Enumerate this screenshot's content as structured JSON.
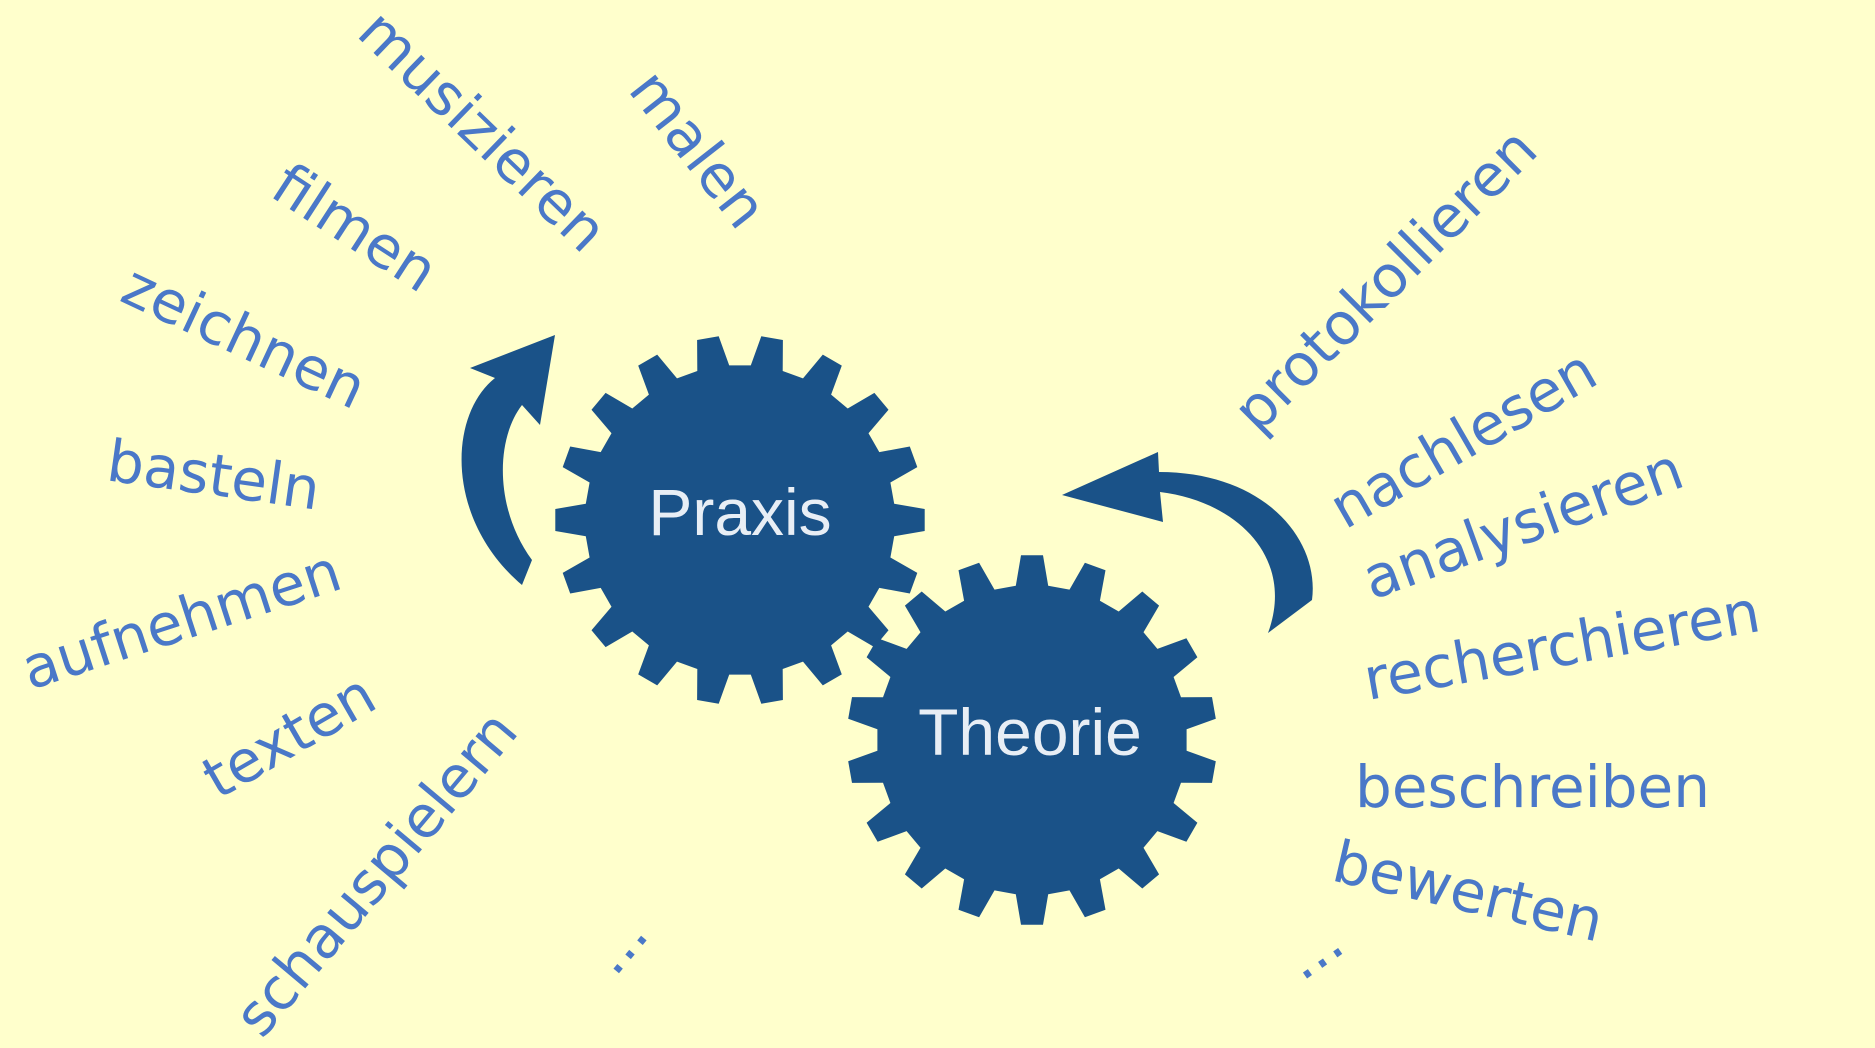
{
  "gears": {
    "praxis_label": "Praxis",
    "theorie_label": "Theorie"
  },
  "practice_activities": [
    "musizieren",
    "malen",
    "filmen",
    "zeichnen",
    "basteln",
    "aufnehmen",
    "texten",
    "schauspielern",
    "..."
  ],
  "theory_activities": [
    "protokollieren",
    "nachlesen",
    "analysieren",
    "recherchieren",
    "beschreiben",
    "bewerten",
    "..."
  ],
  "colors": {
    "background": "#ffffcc",
    "gear": "#1a5288",
    "arrow": "#1a5288",
    "words": "#4a78c8",
    "gear_text": "#e8eef5"
  }
}
